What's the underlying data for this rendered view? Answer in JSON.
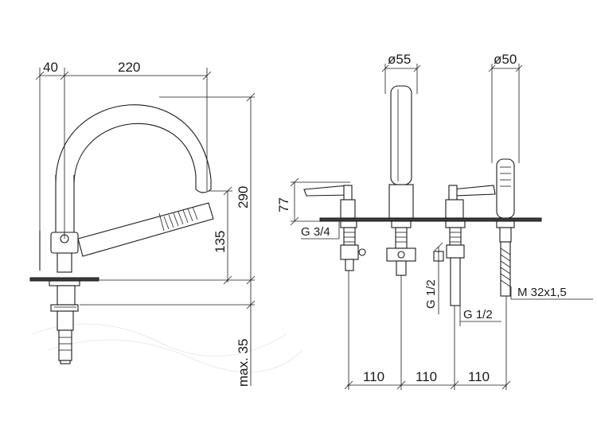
{
  "left_view": {
    "dims": {
      "width_40": "40",
      "width_220": "220",
      "height_290": "290",
      "height_135": "135",
      "max_35": "max. 35"
    }
  },
  "right_view": {
    "dims": {
      "dia_55": "ø55",
      "dia_50": "ø50",
      "height_77": "77",
      "thread_g34": "G 3/4",
      "thread_g12_vertical": "G 1/2",
      "thread_g12_horizontal": "G 1/2",
      "thread_m32": "M 32x1,5",
      "spacing_1": "110",
      "spacing_2": "110",
      "spacing_3": "110"
    }
  }
}
